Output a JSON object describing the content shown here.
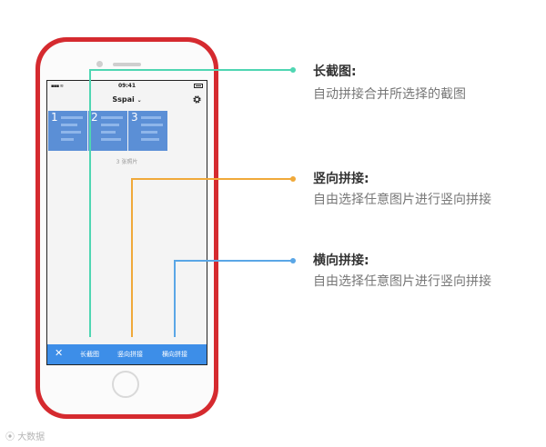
{
  "status_bar": {
    "time": "09:41"
  },
  "nav": {
    "title": "Sspai",
    "chevron": "⌄"
  },
  "thumbnails": [
    {
      "number": "1"
    },
    {
      "number": "2"
    },
    {
      "number": "3"
    }
  ],
  "photo_count": "3 张照片",
  "toolbar": {
    "close": "✕",
    "long_screenshot": "长截图",
    "vertical_stitch": "竖向拼接",
    "horizontal_stitch": "横向拼接"
  },
  "callouts": [
    {
      "title": "长截图:",
      "desc": "自动拼接合并所选择的截图",
      "color": "#4fd6b2"
    },
    {
      "title": "竖向拼接:",
      "desc": "自由选择任意图片进行竖向拼接",
      "color": "#f0a93a"
    },
    {
      "title": "横向拼接:",
      "desc": "自由选择任意图片进行竖向拼接",
      "color": "#5aa6e6"
    }
  ],
  "watermark": "大数据",
  "colors": {
    "phone": "#d52a2f",
    "toolbar": "#3d8ee8",
    "thumb": "#5b8fd6"
  }
}
